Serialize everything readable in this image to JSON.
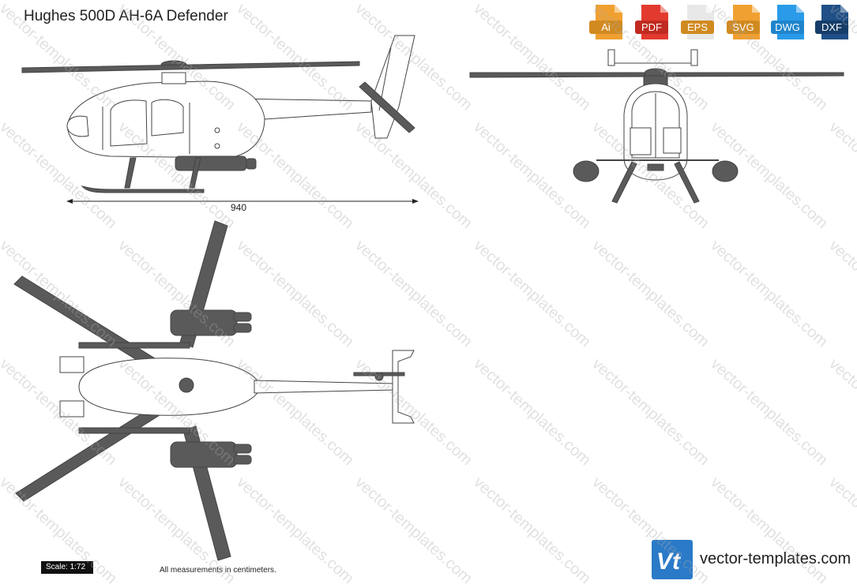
{
  "title": "Hughes 500D AH-6A Defender",
  "formats": [
    {
      "label": "Ai",
      "color": "#f0a030"
    },
    {
      "label": "PDF",
      "color": "#e23a2e"
    },
    {
      "label": "EPS",
      "color": "#f0a030"
    },
    {
      "label": "SVG",
      "color": "#f0a030"
    },
    {
      "label": "DWG",
      "color": "#2a9be8"
    },
    {
      "label": "DXF",
      "color": "#1f4f86"
    }
  ],
  "dimension": "940",
  "scale": "Scale: 1:72",
  "note": "All measurements in centimeters.",
  "site": "vector-templates.com",
  "watermark": "vector-templates.com",
  "logo_text": "Vt",
  "colors": {
    "fill": "#ffffff",
    "stroke": "#444444",
    "dark": "#5a5a5a",
    "brand": "#2a7ac8"
  }
}
